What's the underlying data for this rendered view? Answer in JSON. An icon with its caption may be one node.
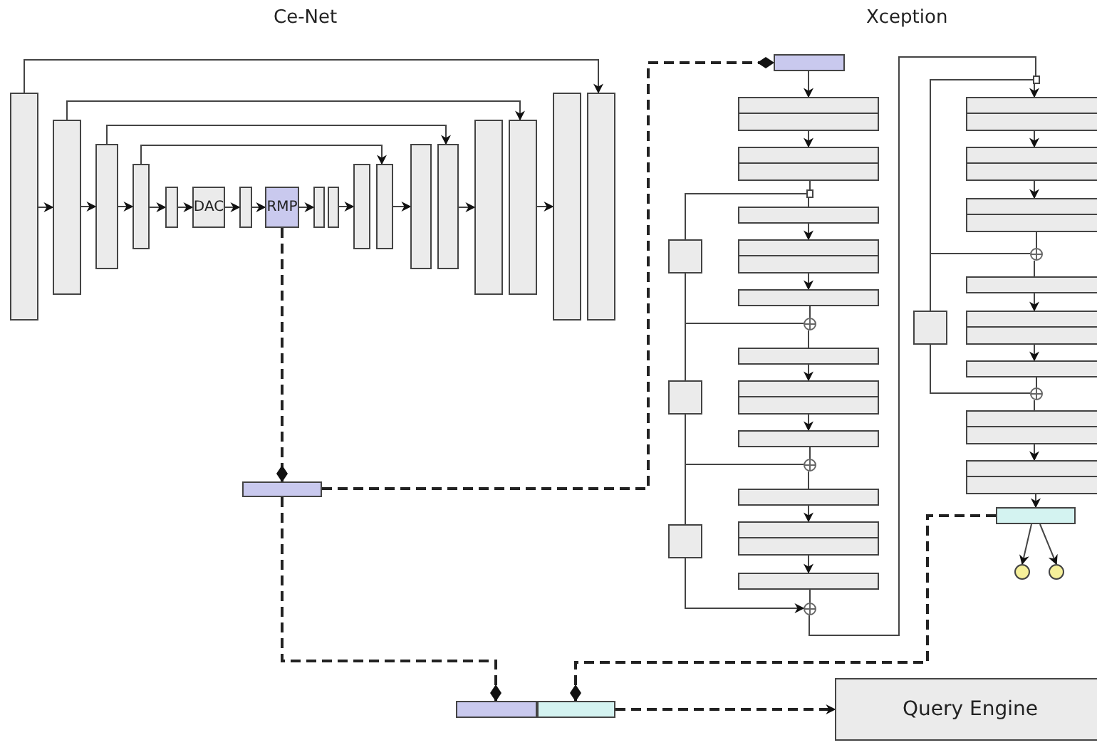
{
  "diagram": {
    "nodes": [
      {
        "text": [],
        "shape": "bar"
      },
      {
        "text": [],
        "shape": "bar"
      },
      {
        "text": [],
        "shape": "bar"
      },
      {
        "text": [],
        "shape": "bar"
      },
      {
        "text": [],
        "shape": "bar"
      },
      {
        "text": [
          "DAC"
        ]
      },
      {
        "text": [],
        "shape": "bar"
      },
      {
        "text": [
          "RMP"
        ]
      },
      {
        "text": [],
        "shape": "bar"
      },
      {
        "text": [],
        "shape": "bar"
      },
      {
        "text": [],
        "shape": "bar"
      },
      {
        "text": [],
        "shape": "bar"
      },
      {
        "text": [],
        "shape": "bar"
      },
      {
        "text": [],
        "shape": "bar"
      },
      {
        "text": [],
        "shape": "bar"
      },
      {
        "text": [],
        "shape": "bar"
      },
      {
        "text": [],
        "shape": "bar"
      },
      {
        "text": [],
        "shape": "bar"
      },
      {
        "text": [],
        "shape": "bar"
      },
      {
        "text": [],
        "shape": "bar"
      },
      {
        "text": [],
        "shape": "box"
      },
      {
        "text": [],
        "shape": "box"
      },
      {
        "text": [],
        "shape": "box"
      },
      {
        "text": [],
        "shape": "box"
      },
      {
        "text": [],
        "shape": "bar"
      },
      {
        "text": [],
        "shape": "box"
      },
      {
        "text": [],
        "shape": "bar"
      },
      {
        "text": [],
        "shape": "circle"
      },
      {
        "text": [],
        "shape": "box"
      },
      {
        "text": [],
        "shape": "bar"
      },
      {
        "text": [],
        "shape": "box"
      },
      {
        "text": [],
        "shape": "bar"
      },
      {
        "text": [],
        "shape": "circle"
      },
      {
        "text": [],
        "shape": "box"
      },
      {
        "text": [],
        "shape": "bar"
      },
      {
        "text": [],
        "shape": "box"
      },
      {
        "text": [],
        "shape": "bar"
      },
      {
        "text": [],
        "shape": "circle"
      },
      {
        "text": [],
        "shape": "box"
      },
      {
        "text": [],
        "shape": "box"
      },
      {
        "text": [],
        "shape": "box"
      },
      {
        "text": [],
        "shape": "box"
      },
      {
        "text": [],
        "shape": "circle"
      },
      {
        "text": [],
        "shape": "box"
      },
      {
        "text": [],
        "shape": "bar"
      },
      {
        "text": [],
        "shape": "box"
      },
      {
        "text": [],
        "shape": "bar"
      },
      {
        "text": [],
        "shape": "circle"
      },
      {
        "text": [],
        "shape": "box"
      },
      {
        "text": [],
        "shape": "box"
      },
      {
        "text": [],
        "shape": "bar"
      },
      {
        "text": [],
        "shape": "circle"
      },
      {
        "text": [],
        "shape": "circle"
      },
      {
        "text": [],
        "shape": "bar"
      },
      {
        "text": [],
        "shape": "bar"
      },
      {
        "text": [
          "Query Engine"
        ]
      }
    ],
    "edges": [
      {
        "from": 0,
        "to": 1,
        "arrow": "to"
      },
      {
        "from": 1,
        "to": 2,
        "arrow": "to"
      },
      {
        "from": 2,
        "to": 3,
        "arrow": "to"
      },
      {
        "from": 3,
        "to": 4,
        "arrow": "to"
      },
      {
        "from": 4,
        "to": 5,
        "arrow": "to"
      },
      {
        "from": 5,
        "to": 6,
        "arrow": "to"
      },
      {
        "from": 6,
        "to": 7,
        "arrow": "to"
      },
      {
        "from": 7,
        "to": 8,
        "arrow": "to"
      },
      {
        "from": 9,
        "to": 10,
        "arrow": "to"
      },
      {
        "from": 11,
        "to": 12,
        "arrow": "to"
      },
      {
        "from": 13,
        "to": 14,
        "arrow": "to"
      },
      {
        "from": 15,
        "to": 16,
        "arrow": "to"
      },
      {
        "from": 0,
        "to": 17,
        "arrow": "to"
      },
      {
        "from": 1,
        "to": 15,
        "arrow": "to"
      },
      {
        "from": 2,
        "to": 13,
        "arrow": "to"
      },
      {
        "from": 3,
        "to": 11,
        "arrow": "to"
      },
      {
        "from": 7,
        "to": 18,
        "arrow": "other",
        "style": "dashed"
      },
      {
        "from": 18,
        "to": 19,
        "arrow": "other",
        "style": "dashed"
      },
      {
        "from": 19,
        "to": 20,
        "arrow": "to"
      },
      {
        "from": 20,
        "to": 21,
        "arrow": "to"
      },
      {
        "from": 21,
        "to": 22,
        "arrow": "none"
      },
      {
        "from": 22,
        "to": 24,
        "arrow": "none"
      },
      {
        "from": 22,
        "to": 23,
        "arrow": "none"
      },
      {
        "from": 24,
        "to": 25,
        "arrow": "to"
      },
      {
        "from": 25,
        "to": 26,
        "arrow": "to"
      },
      {
        "from": 26,
        "to": 27,
        "arrow": "none"
      },
      {
        "from": 23,
        "to": 27,
        "arrow": "none"
      },
      {
        "from": 27,
        "to": 29,
        "arrow": "none"
      },
      {
        "from": 27,
        "to": 28,
        "arrow": "none"
      },
      {
        "from": 29,
        "to": 30,
        "arrow": "to"
      },
      {
        "from": 30,
        "to": 31,
        "arrow": "to"
      },
      {
        "from": 31,
        "to": 32,
        "arrow": "none"
      },
      {
        "from": 28,
        "to": 32,
        "arrow": "none"
      },
      {
        "from": 32,
        "to": 34,
        "arrow": "none"
      },
      {
        "from": 32,
        "to": 33,
        "arrow": "none"
      },
      {
        "from": 34,
        "to": 35,
        "arrow": "to"
      },
      {
        "from": 35,
        "to": 36,
        "arrow": "to"
      },
      {
        "from": 36,
        "to": 37,
        "arrow": "none"
      },
      {
        "from": 33,
        "to": 37,
        "arrow": "to"
      },
      {
        "from": 37,
        "to": 38,
        "arrow": "none"
      },
      {
        "from": 38,
        "to": 39,
        "arrow": "to"
      },
      {
        "from": 38,
        "to": 42,
        "arrow": "none"
      },
      {
        "from": 39,
        "to": 40,
        "arrow": "to"
      },
      {
        "from": 40,
        "to": 41,
        "arrow": "to"
      },
      {
        "from": 41,
        "to": 42,
        "arrow": "none"
      },
      {
        "from": 42,
        "to": 44,
        "arrow": "none"
      },
      {
        "from": 42,
        "to": 43,
        "arrow": "none"
      },
      {
        "from": 44,
        "to": 45,
        "arrow": "to"
      },
      {
        "from": 45,
        "to": 46,
        "arrow": "to"
      },
      {
        "from": 46,
        "to": 47,
        "arrow": "none"
      },
      {
        "from": 43,
        "to": 47,
        "arrow": "none"
      },
      {
        "from": 47,
        "to": 48,
        "arrow": "none"
      },
      {
        "from": 48,
        "to": 49,
        "arrow": "to"
      },
      {
        "from": 49,
        "to": 50,
        "arrow": "to"
      },
      {
        "from": 50,
        "to": 51,
        "arrow": "to"
      },
      {
        "from": 50,
        "to": 52,
        "arrow": "to"
      },
      {
        "from": 18,
        "to": 53,
        "arrow": "other",
        "style": "dashed"
      },
      {
        "from": 50,
        "to": 54,
        "arrow": "other",
        "style": "dashed"
      },
      {
        "from": 54,
        "to": 55,
        "arrow": "to",
        "style": "dashed"
      }
    ],
    "labels": [
      "Ce-Net",
      "Xception"
    ]
  }
}
